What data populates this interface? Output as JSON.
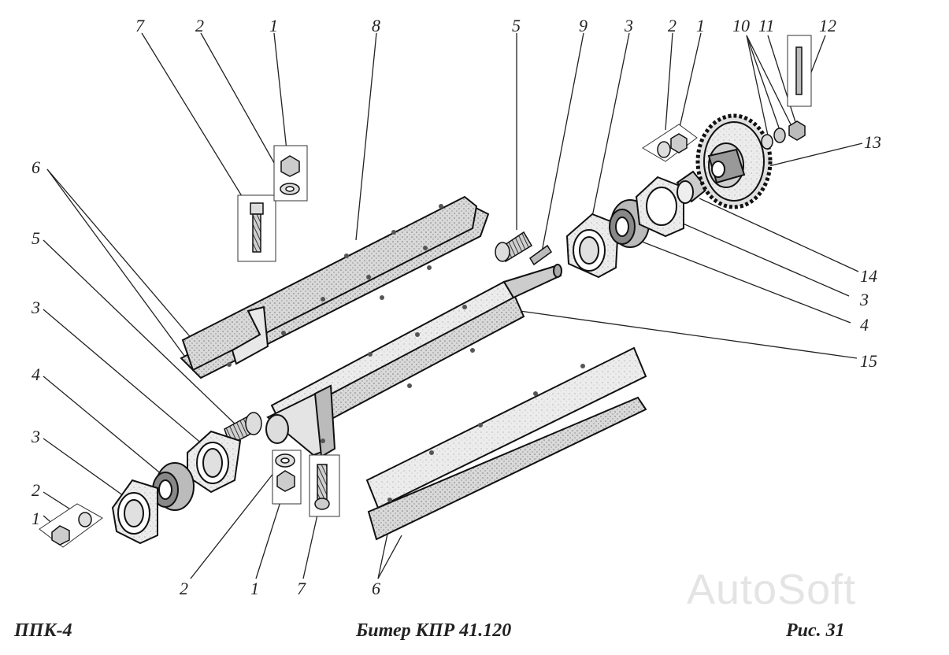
{
  "callouts": {
    "c_7_top": "7",
    "c_2_top": "2",
    "c_1_top": "1",
    "c_8_top": "8",
    "c_5_top": "5",
    "c_9_top": "9",
    "c_3_top": "3",
    "c_2_topr": "2",
    "c_1_topr": "1",
    "c_10": "10",
    "c_11": "11",
    "c_12": "12",
    "c_13": "13",
    "c_14": "14",
    "c_3_right": "3",
    "c_4_right": "4",
    "c_15": "15",
    "c_6_left": "6",
    "c_5_left": "5",
    "c_3_left1": "3",
    "c_4_left": "4",
    "c_3_left2": "3",
    "c_2_left": "2",
    "c_1_left": "1",
    "c_2_bottom": "2",
    "c_1_bottom": "1",
    "c_7_bottom": "7",
    "c_6_bottom": "6"
  },
  "footer": {
    "model": "ППК-4",
    "title": "Битер КПР 41.120",
    "figure": "Рис.    31"
  },
  "watermark": "AutoSoft"
}
